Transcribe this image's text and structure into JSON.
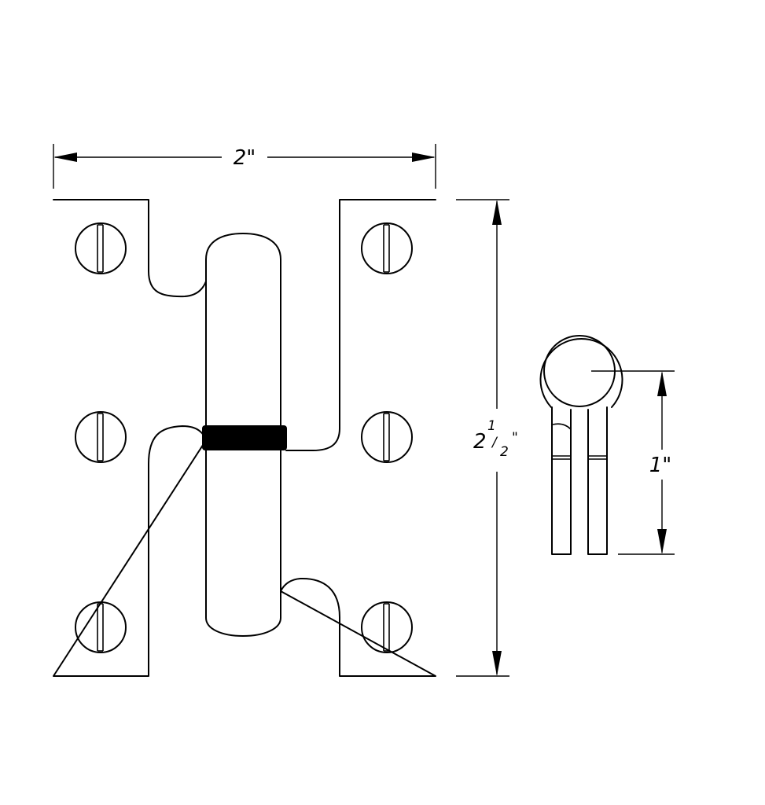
{
  "dimensions": {
    "width": {
      "label": "2\""
    },
    "height": {
      "whole": "2",
      "numerator": "1",
      "slash": "/",
      "denominator": "2",
      "unit": "\""
    },
    "depth": {
      "label": "1\""
    }
  }
}
